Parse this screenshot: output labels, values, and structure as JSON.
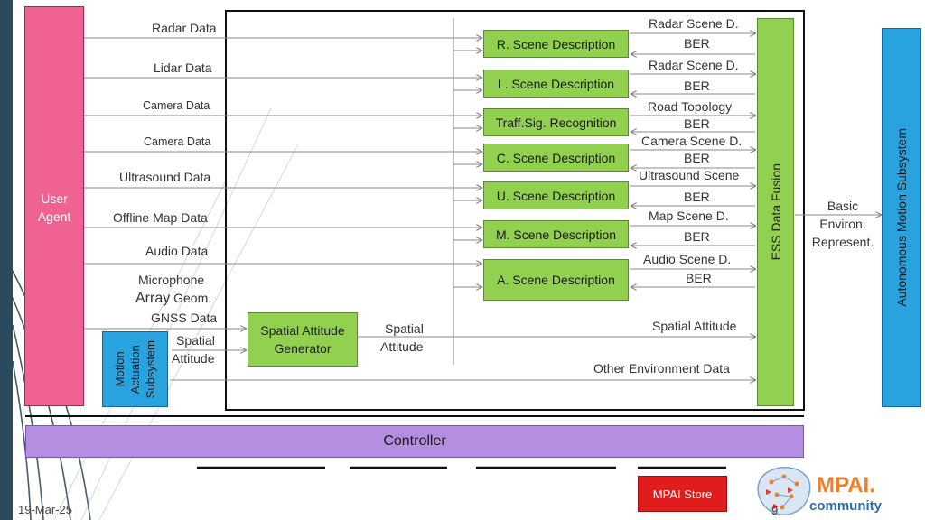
{
  "inputs": {
    "radar": "Radar Data",
    "lidar": "Lidar Data",
    "camera1": "Camera Data",
    "camera2": "Camera Data",
    "ultrasound": "Ultrasound Data",
    "offline_map": "Offline Map Data",
    "audio": "Audio Data",
    "mic_line1": "Microphone",
    "mic_line2_big": "Array",
    "mic_line2_small": "Geom.",
    "gnss": "GNSS Data",
    "spatial_line1": "Spatial",
    "spatial_line2": "Attitude"
  },
  "user_agent": {
    "line1": "User",
    "line2": "Agent"
  },
  "motion_actuation": {
    "line1": "Motion",
    "line2": "Actuation",
    "line3": "Subsystem"
  },
  "spatial_generator": {
    "line1": "Spatial Attitude",
    "line2": "Generator"
  },
  "spatial_output": {
    "line1": "Spatial",
    "line2": "Attitude"
  },
  "scene_boxes": [
    "R. Scene Description",
    "L. Scene Description",
    "Traff.Sig. Recognition",
    "C. Scene Description",
    "U. Scene Description",
    "M. Scene Description",
    "A. Scene Description"
  ],
  "outputs": [
    "Radar Scene D.",
    "BER",
    "Radar Scene D.",
    "BER",
    "Road Topology",
    "BER",
    "Camera Scene D.",
    "BER",
    "Ultrasound Scene",
    "BER",
    "Map Scene D.",
    "BER",
    "Audio Scene D.",
    "BER"
  ],
  "spatial_attitude_out": "Spatial Attitude",
  "other_env": "Other Environment Data",
  "fusion": "ESS Data Fusion",
  "basic": {
    "line1": "Basic",
    "line2": "Environ.",
    "line3": "Represent."
  },
  "ams": "Autonomous Motion Subsystem",
  "controller": "Controller",
  "store": "MPAI Store",
  "logo": {
    "line1": "MPAI.",
    "line2": "community"
  },
  "date": "19-Mar-25",
  "page": "9",
  "colors": {
    "user_agent": "#f06292",
    "motion": "#29a3e0",
    "scene": "#92d050",
    "fusion": "#92d050",
    "ams": "#29a3e0",
    "controller": "#b48ee0",
    "store": "#e01c1c",
    "logo": "#f07d29"
  }
}
